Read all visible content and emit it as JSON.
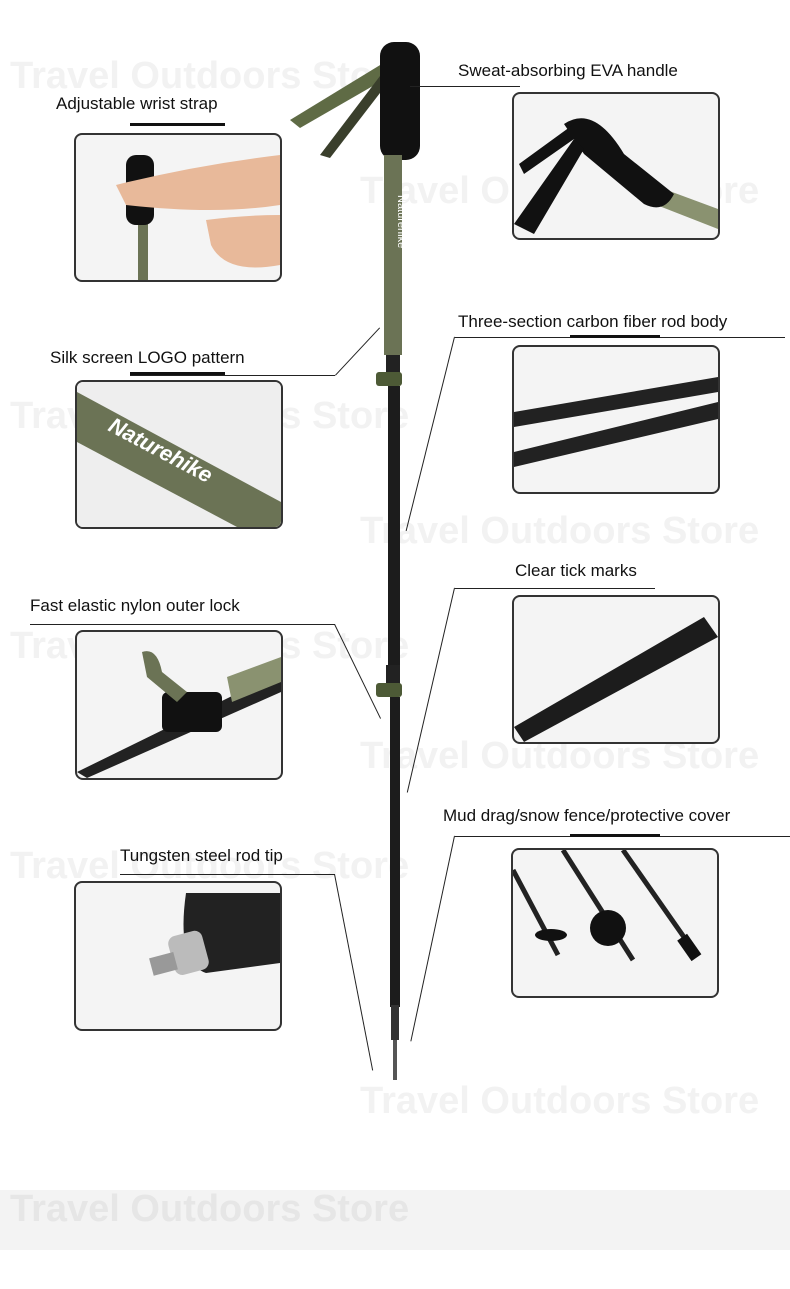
{
  "watermark": "Travel Outdoors Store",
  "callouts": [
    {
      "id": "wrist-strap",
      "label": "Adjustable wrist strap"
    },
    {
      "id": "eva-handle",
      "label": "Sweat-absorbing EVA handle"
    },
    {
      "id": "logo-pattern",
      "label": "Silk screen LOGO pattern"
    },
    {
      "id": "carbon-rod",
      "label": "Three-section carbon fiber rod body"
    },
    {
      "id": "tick-marks",
      "label": "Clear tick marks"
    },
    {
      "id": "outer-lock",
      "label": "Fast elastic nylon outer lock"
    },
    {
      "id": "mud-basket",
      "label": "Mud drag/snow fence/protective cover"
    },
    {
      "id": "rod-tip",
      "label": "Tungsten steel rod tip"
    }
  ],
  "brand_logo": "Naturehike",
  "colors": {
    "pole_green": "#6b7355",
    "pole_black": "#1c1c1c",
    "grip": "#111111"
  }
}
